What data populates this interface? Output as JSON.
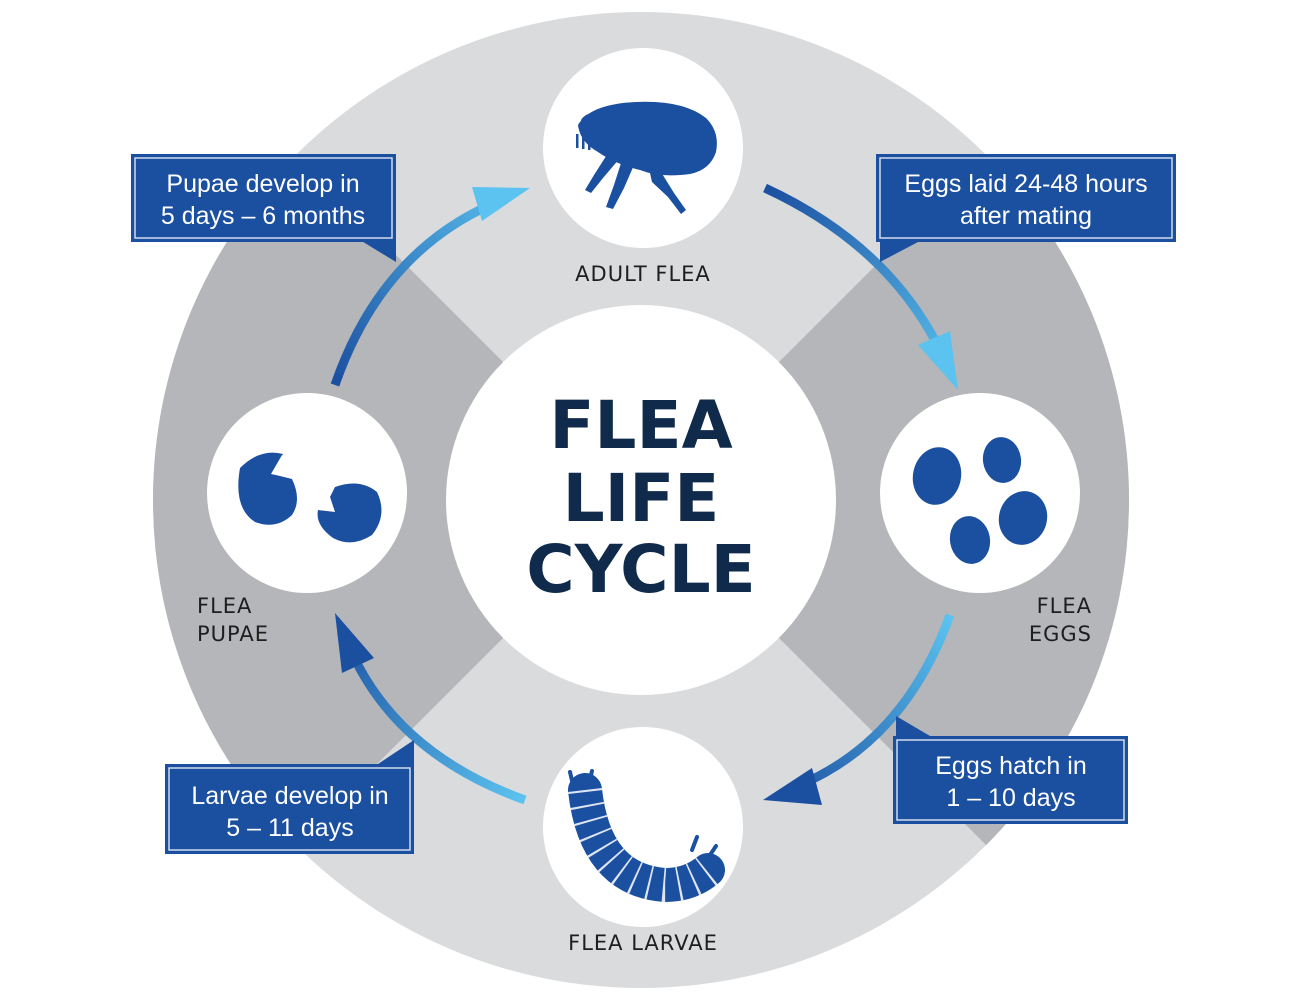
{
  "title": {
    "line1": "FLEA",
    "line2": "LIFE",
    "line3": "CYCLE"
  },
  "stages": {
    "adult": {
      "label": "ADULT FLEA",
      "icon": "adult-flea-icon"
    },
    "eggs": {
      "line1": "FLEA",
      "line2": "EGGS",
      "icon": "flea-eggs-icon"
    },
    "larvae": {
      "label": "FLEA LARVAE",
      "icon": "flea-larvae-icon"
    },
    "pupae": {
      "line1": "FLEA",
      "line2": "PUPAE",
      "icon": "flea-pupae-icon"
    }
  },
  "callouts": {
    "eggs_laid": {
      "line1": "Eggs laid 24-48 hours",
      "line2": "after mating"
    },
    "eggs_hatch": {
      "line1": "Eggs hatch in",
      "line2": "1 – 10 days"
    },
    "larvae_develop": {
      "line1": "Larvae develop in",
      "line2": "5 – 11 days"
    },
    "pupae_develop": {
      "line1": "Pupae develop in",
      "line2": "5 days – 6 months"
    }
  },
  "colors": {
    "dark_blue": "#1b4fa0",
    "light_blue": "#5cc3f0",
    "title_navy": "#0f2a4a",
    "ring_light": "#d9dbdd",
    "ring_dark": "#b4b6b9"
  }
}
